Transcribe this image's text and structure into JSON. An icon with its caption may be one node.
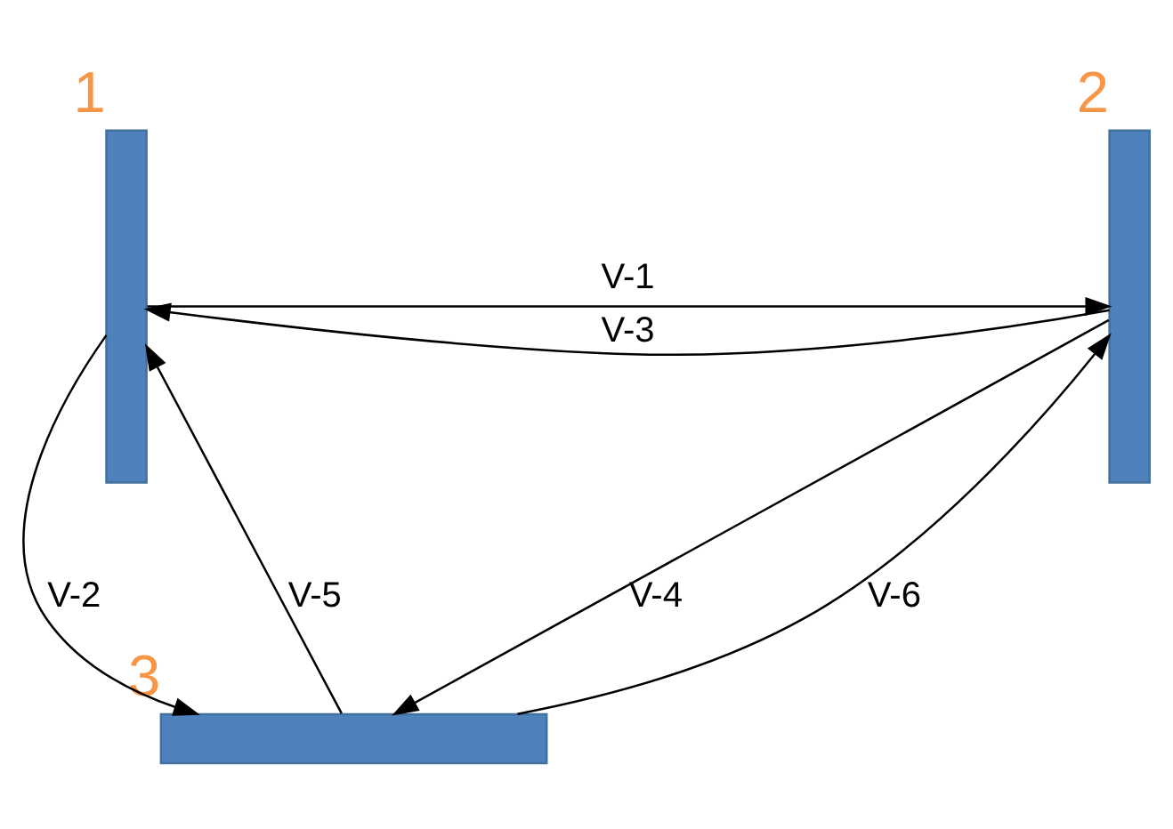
{
  "diagram": {
    "nodes": [
      {
        "text": [],
        "shape": "bar",
        "beside": [
          "1"
        ]
      },
      {
        "text": [],
        "shape": "bar",
        "beside": [
          "2"
        ]
      },
      {
        "text": [],
        "shape": "bar",
        "beside": [
          "3"
        ]
      }
    ],
    "edges": [
      {
        "from": 0,
        "to": 1,
        "arrow": "to",
        "label": "V-1"
      },
      {
        "from": 0,
        "to": 2,
        "arrow": "to",
        "label": "V-2"
      },
      {
        "from": 1,
        "to": 0,
        "arrow": "to",
        "label": "V-3"
      },
      {
        "from": 1,
        "to": 2,
        "arrow": "to",
        "label": "V-4"
      },
      {
        "from": 2,
        "to": 0,
        "arrow": "to",
        "label": "V-5"
      },
      {
        "from": 2,
        "to": 1,
        "arrow": "to",
        "label": "V-6"
      }
    ]
  }
}
